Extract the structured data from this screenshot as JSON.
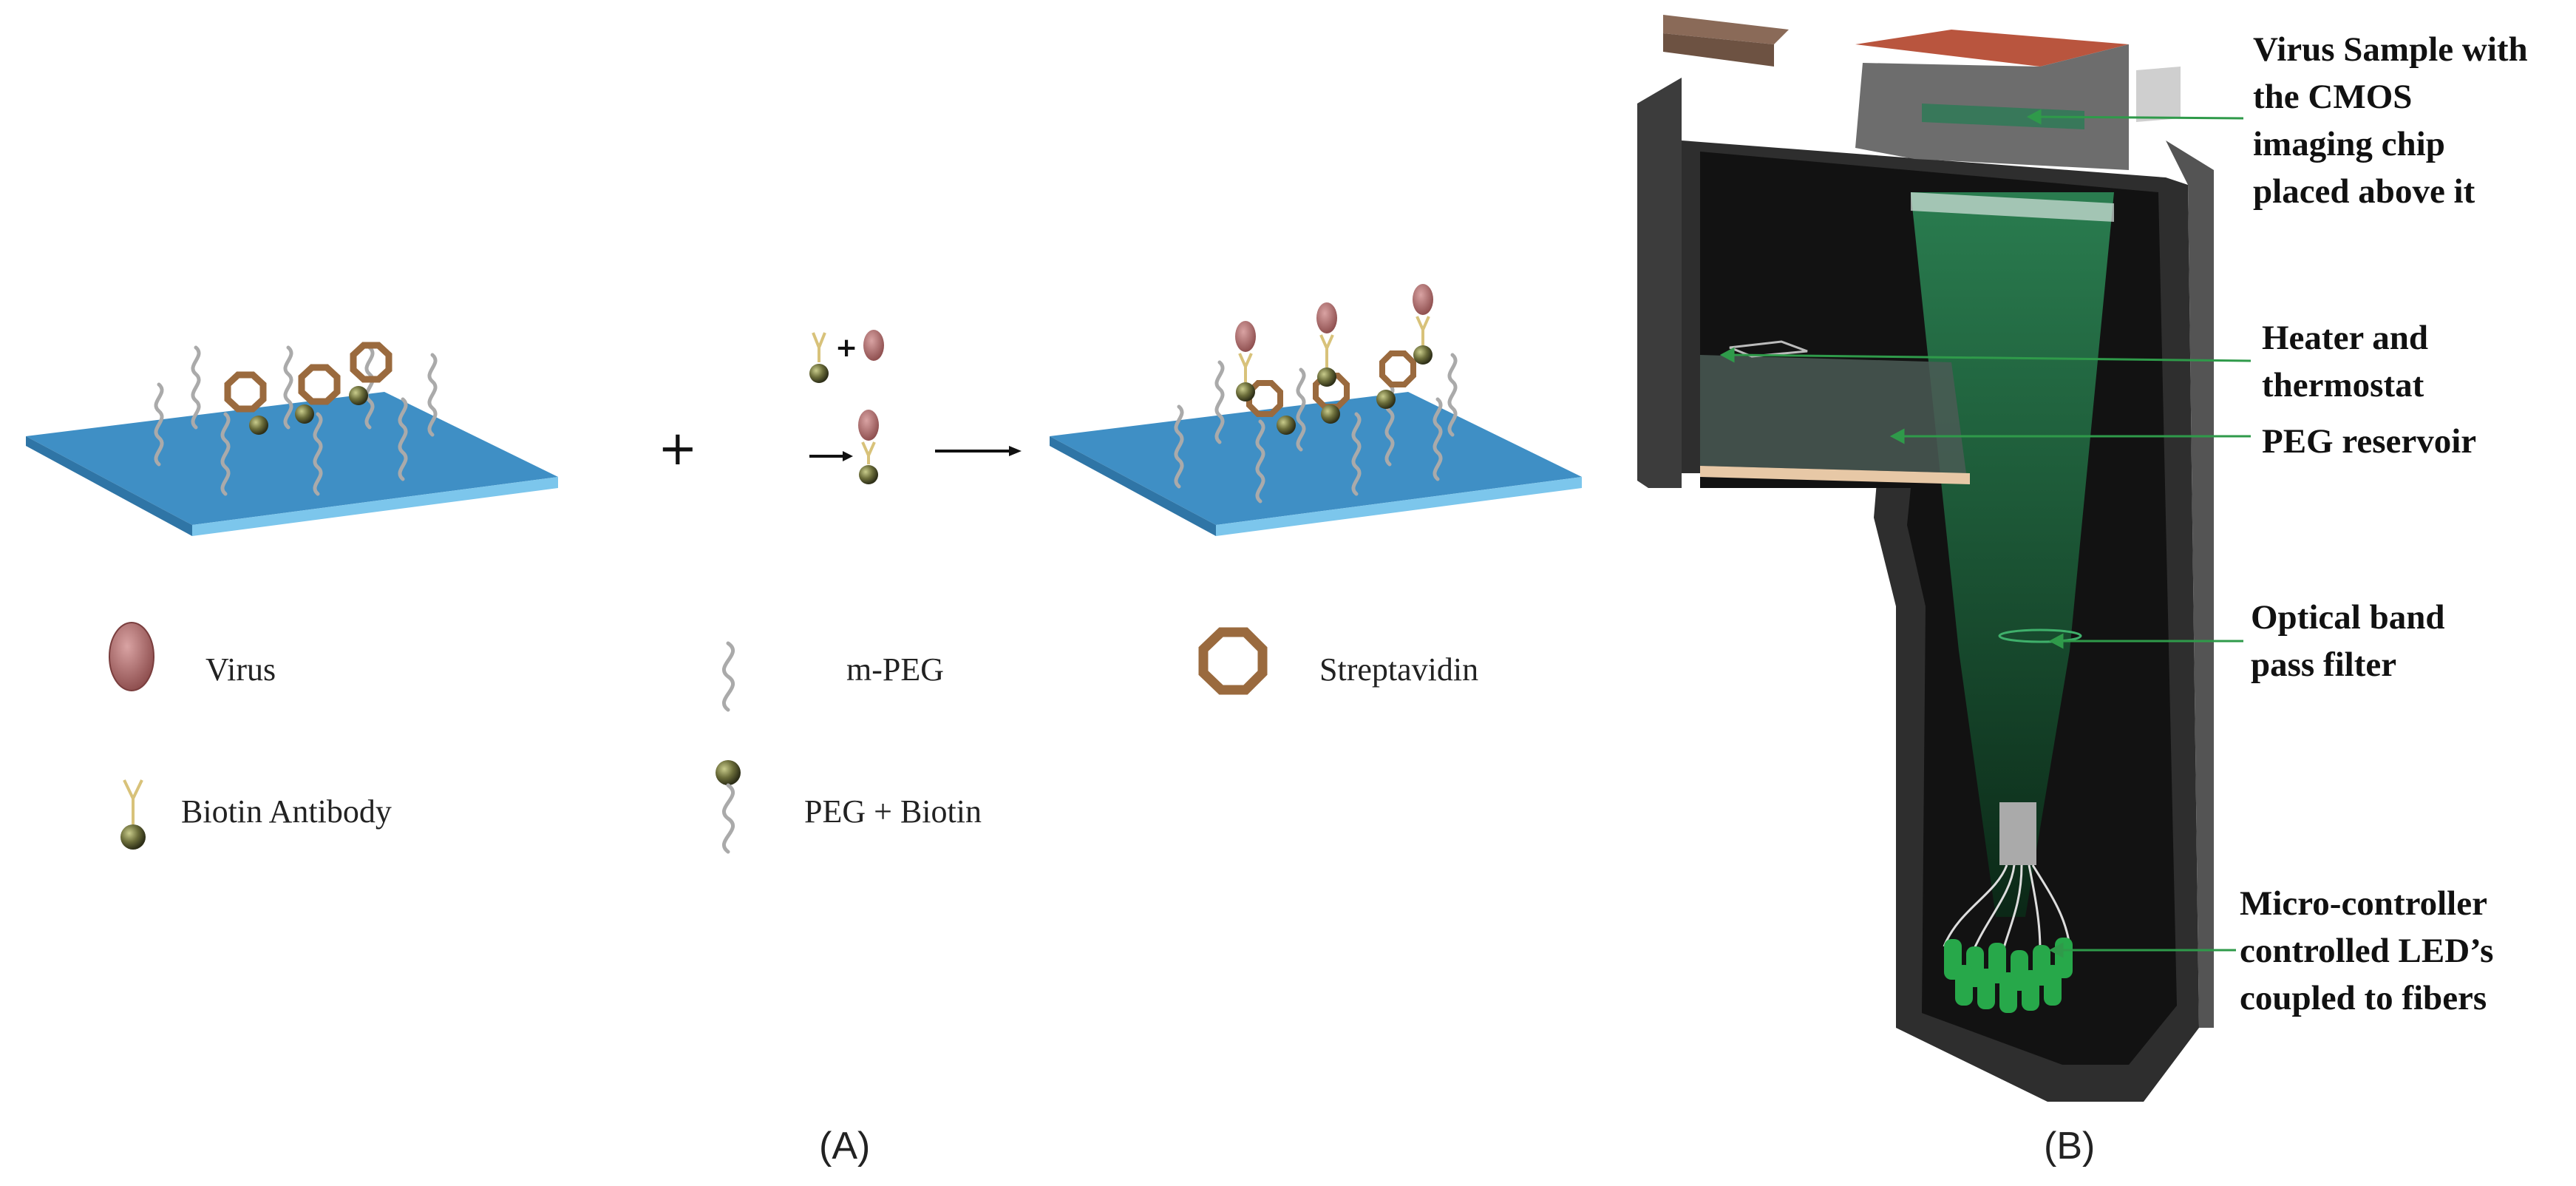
{
  "panelA": {
    "label": "(A)",
    "plus": "+",
    "legend": {
      "virus": "Virus",
      "mpeg": "m-PEG",
      "streptavidin": "Streptavidin",
      "biotin_antibody": "Biotin Antibody",
      "peg_biotin": "PEG + Biotin"
    }
  },
  "panelB": {
    "label": "(B)",
    "callouts": {
      "virus_sample": "Virus Sample with\nthe CMOS\nimaging chip\nplaced above it",
      "heater": "Heater and\nthermostat",
      "peg_reservoir": "PEG reservoir",
      "filter": "Optical band\npass filter",
      "led": "Micro-controller\ncontrolled LED’s\ncoupled to fibers"
    }
  },
  "colors": {
    "slide_top": "#3f8fc5",
    "slide_edge": "#7cc6ec",
    "virus": "#b07777",
    "streptavidin": "#9a6a3e",
    "bead": "#5f6234",
    "housing": "#3a3a3a",
    "green_light": "#1f7a4a",
    "led": "#27a84a",
    "pointer": "#2f9a4a"
  }
}
